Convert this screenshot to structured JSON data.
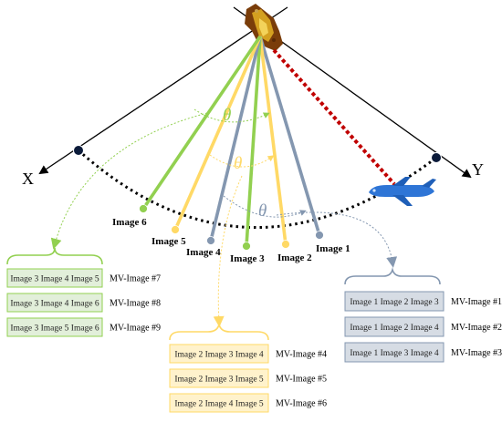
{
  "axes": {
    "x_label": "X",
    "y_label": "Y"
  },
  "theta_symbol": "θ",
  "images": [
    {
      "label": "Image 1",
      "color": "#8497b0"
    },
    {
      "label": "Image 2",
      "color": "#ffd966"
    },
    {
      "label": "Image 3",
      "color": "#92d050"
    },
    {
      "label": "Image 4",
      "color": "#8497b0"
    },
    {
      "label": "Image 5",
      "color": "#ffd966"
    },
    {
      "label": "Image 6",
      "color": "#92d050"
    }
  ],
  "groups": {
    "green": {
      "color": "#92d050",
      "fill": "#e2efda",
      "rows": [
        {
          "content": "Image 3  Image 4  Image 5",
          "mv": "MV-Image #7"
        },
        {
          "content": "Image 3  Image 4  Image 6",
          "mv": "MV-Image #8"
        },
        {
          "content": "Image 3  Image 5  Image 6",
          "mv": "MV-Image #9"
        }
      ]
    },
    "yellow": {
      "color": "#ffd966",
      "fill": "#fff2cc",
      "rows": [
        {
          "content": "Image 2  Image 3  Image 4",
          "mv": "MV-Image #4"
        },
        {
          "content": "Image 2  Image 3  Image 5",
          "mv": "MV-Image #5"
        },
        {
          "content": "Image 2  Image 4  Image 5",
          "mv": "MV-Image #6"
        }
      ]
    },
    "blue": {
      "color": "#8497b0",
      "fill": "#d6dce4",
      "rows": [
        {
          "content": "Image 1  Image 2  Image 3",
          "mv": "MV-Image #1"
        },
        {
          "content": "Image 1  Image 2  Image 4",
          "mv": "MV-Image #2"
        },
        {
          "content": "Image 1  Image 3  Image 4",
          "mv": "MV-Image #3"
        }
      ]
    }
  },
  "colors": {
    "radar_line": "#c00000",
    "arc": "#000000",
    "aircraft": "#2e75d6"
  }
}
